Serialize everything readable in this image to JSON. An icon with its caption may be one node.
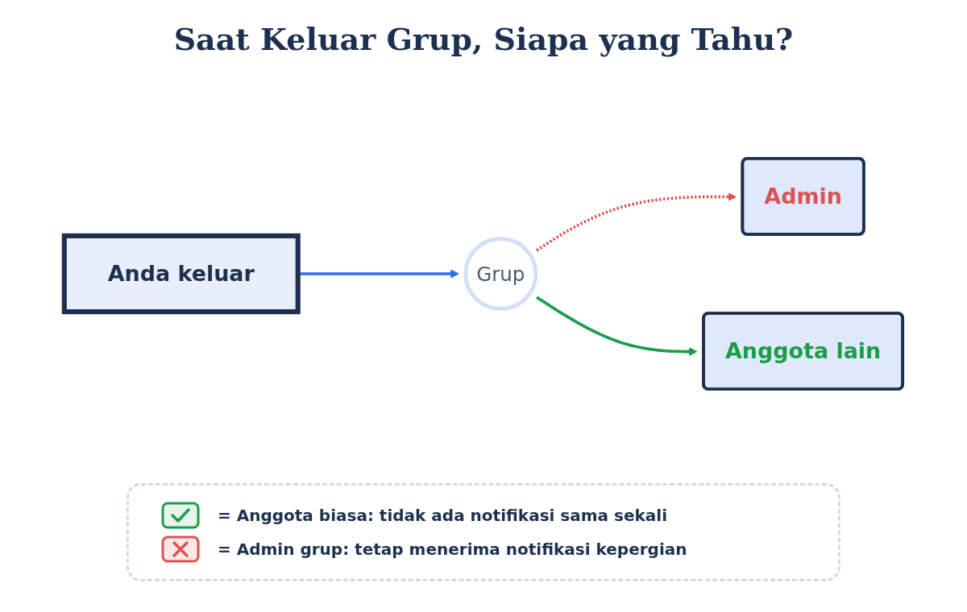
{
  "diagram": {
    "title": "Saat Keluar Grup, Siapa yang Tahu?",
    "nodes": [
      {
        "text": [
          "Anda keluar"
        ]
      },
      {
        "text": [
          "Grup"
        ]
      },
      {
        "text": [
          "Admin"
        ]
      },
      {
        "text": [
          "Anggota lain"
        ]
      }
    ],
    "edges": [
      {
        "from": 0,
        "to": 1,
        "arrow": "to",
        "color": "#2f6fed"
      },
      {
        "from": 1,
        "to": 2,
        "arrow": "to",
        "style": "dashed",
        "color": "#dd5454"
      },
      {
        "from": 1,
        "to": 3,
        "arrow": "to",
        "color": "#1a9e4a"
      }
    ],
    "legend": [
      {
        "text": "= Anggota biasa: tidak ada notifikasi sama sekali"
      },
      {
        "text": "= Admin grup: tetap menerima notifikasi kepergian"
      }
    ]
  }
}
